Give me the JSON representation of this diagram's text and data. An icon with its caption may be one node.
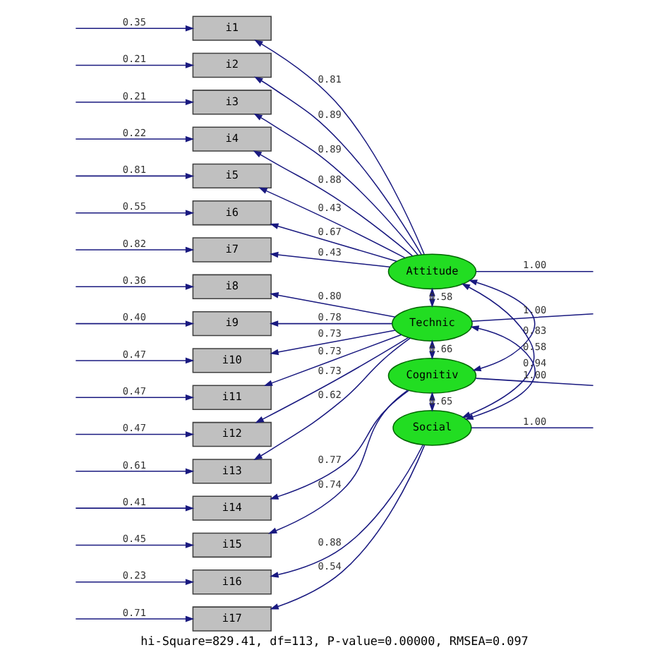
{
  "diagram": {
    "caption": "hi-Square=829.41, df=113, P-value=0.00000, RMSEA=0.097",
    "nodes": [
      {
        "text": [
          "i1"
        ]
      },
      {
        "text": [
          "i2"
        ]
      },
      {
        "text": [
          "i3"
        ]
      },
      {
        "text": [
          "i4"
        ]
      },
      {
        "text": [
          "i5"
        ]
      },
      {
        "text": [
          "i6"
        ]
      },
      {
        "text": [
          "i7"
        ]
      },
      {
        "text": [
          "i8"
        ]
      },
      {
        "text": [
          "i9"
        ]
      },
      {
        "text": [
          "i10"
        ]
      },
      {
        "text": [
          "i11"
        ]
      },
      {
        "text": [
          "i12"
        ]
      },
      {
        "text": [
          "i13"
        ]
      },
      {
        "text": [
          "i14"
        ]
      },
      {
        "text": [
          "i15"
        ]
      },
      {
        "text": [
          "i16"
        ]
      },
      {
        "text": [
          "i17"
        ]
      },
      {
        "text": [
          "Attitude"
        ]
      },
      {
        "text": [
          "Technic"
        ]
      },
      {
        "text": [
          "Cognitiv"
        ]
      },
      {
        "text": [
          "Social"
        ]
      }
    ],
    "edges": [
      {
        "from": null,
        "to": 0,
        "arrow": "to",
        "label": "0.35"
      },
      {
        "from": null,
        "to": 1,
        "arrow": "to",
        "label": "0.21"
      },
      {
        "from": null,
        "to": 2,
        "arrow": "to",
        "label": "0.21"
      },
      {
        "from": null,
        "to": 3,
        "arrow": "to",
        "label": "0.22"
      },
      {
        "from": null,
        "to": 4,
        "arrow": "to",
        "label": "0.81"
      },
      {
        "from": null,
        "to": 5,
        "arrow": "to",
        "label": "0.55"
      },
      {
        "from": null,
        "to": 6,
        "arrow": "to",
        "label": "0.82"
      },
      {
        "from": null,
        "to": 7,
        "arrow": "to",
        "label": "0.36"
      },
      {
        "from": null,
        "to": 8,
        "arrow": "to",
        "label": "0.40"
      },
      {
        "from": null,
        "to": 9,
        "arrow": "to",
        "label": "0.47"
      },
      {
        "from": null,
        "to": 10,
        "arrow": "to",
        "label": "0.47"
      },
      {
        "from": null,
        "to": 11,
        "arrow": "to",
        "label": "0.47"
      },
      {
        "from": null,
        "to": 12,
        "arrow": "to",
        "label": "0.61"
      },
      {
        "from": null,
        "to": 13,
        "arrow": "to",
        "label": "0.41"
      },
      {
        "from": null,
        "to": 14,
        "arrow": "to",
        "label": "0.45"
      },
      {
        "from": null,
        "to": 15,
        "arrow": "to",
        "label": "0.23"
      },
      {
        "from": null,
        "to": 16,
        "arrow": "to",
        "label": "0.71"
      },
      {
        "from": 17,
        "to": 0,
        "arrow": "to",
        "label": "0.81"
      },
      {
        "from": 17,
        "to": 1,
        "arrow": "to",
        "label": "0.89"
      },
      {
        "from": 17,
        "to": 2,
        "arrow": "to",
        "label": "0.89"
      },
      {
        "from": 17,
        "to": 3,
        "arrow": "to",
        "label": "0.88"
      },
      {
        "from": 17,
        "to": 4,
        "arrow": "to",
        "label": "0.43"
      },
      {
        "from": 17,
        "to": 5,
        "arrow": "to",
        "label": "0.67"
      },
      {
        "from": 17,
        "to": 6,
        "arrow": "to",
        "label": "0.43"
      },
      {
        "from": 18,
        "to": 7,
        "arrow": "to",
        "label": "0.80"
      },
      {
        "from": 18,
        "to": 8,
        "arrow": "to",
        "label": "0.78"
      },
      {
        "from": 18,
        "to": 9,
        "arrow": "to",
        "label": "0.73"
      },
      {
        "from": 18,
        "to": 10,
        "arrow": "to",
        "label": "0.73"
      },
      {
        "from": 18,
        "to": 11,
        "arrow": "to",
        "label": "0.73"
      },
      {
        "from": 18,
        "to": 12,
        "arrow": "to",
        "label": "0.62"
      },
      {
        "from": 19,
        "to": 13,
        "arrow": "to",
        "label": "0.77"
      },
      {
        "from": 19,
        "to": 14,
        "arrow": "to",
        "label": "0.74"
      },
      {
        "from": 20,
        "to": 15,
        "arrow": "to",
        "label": "0.88"
      },
      {
        "from": 20,
        "to": 16,
        "arrow": "to",
        "label": "0.54"
      },
      {
        "from": 17,
        "to": null,
        "arrow": "none",
        "label": "1.00"
      },
      {
        "from": 18,
        "to": null,
        "arrow": "none",
        "label": "1.00"
      },
      {
        "from": 19,
        "to": null,
        "arrow": "none",
        "label": "1.00"
      },
      {
        "from": 20,
        "to": null,
        "arrow": "none",
        "label": "1.00"
      },
      {
        "from": 17,
        "to": 18,
        "arrow": "both",
        "label": "0.58"
      },
      {
        "from": 17,
        "to": 19,
        "arrow": "both",
        "label": "0.83"
      },
      {
        "from": 17,
        "to": 20,
        "arrow": "both",
        "label": "0.58"
      },
      {
        "from": 18,
        "to": 19,
        "arrow": "both",
        "label": "0.66"
      },
      {
        "from": 18,
        "to": 20,
        "arrow": "both",
        "label": "0.94"
      },
      {
        "from": 19,
        "to": 20,
        "arrow": "both",
        "label": "0.65"
      }
    ]
  }
}
